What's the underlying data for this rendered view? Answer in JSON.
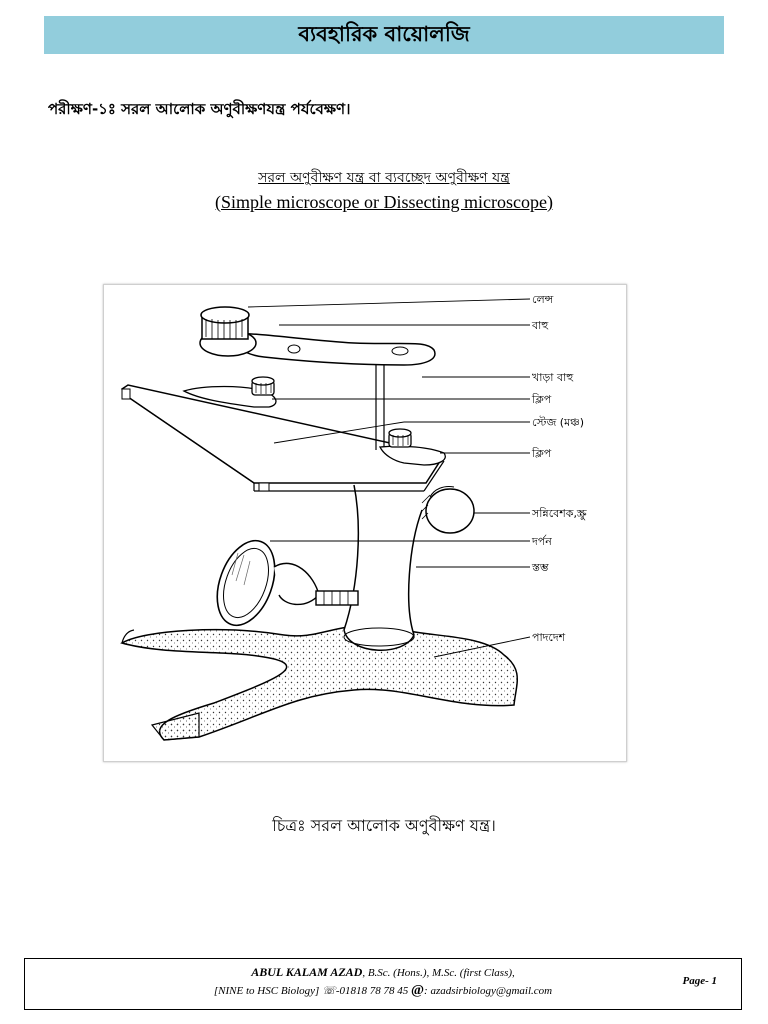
{
  "header": {
    "title": "ব্যবহারিক বায়োলজি"
  },
  "experiment": {
    "title": "পরীক্ষণ-১ঃ সরল আলোক অণুবীক্ষণযন্ত্র পর্যবেক্ষণ।"
  },
  "subtitle": {
    "bengali": "সরল অণুবীক্ষণ যন্ত্র বা ব্যবচ্ছেদ অণুবীক্ষণ যন্ত্র",
    "english": "(Simple microscope or Dissecting microscope)"
  },
  "figure": {
    "labels": {
      "lens": "লেন্স",
      "arm": "বাহু",
      "vertical_arm": "খাড়া বাহু",
      "clip_1": "ক্লিপ",
      "stage": "স্টেজ (মঞ্চ)",
      "clip_2": "ক্লিপ",
      "adjustment_screw": "সন্নিবেশক,স্ক্রু",
      "mirror": "দর্পন",
      "pillar": "স্তম্ভ",
      "base": "পাদদেশ"
    }
  },
  "caption": "চিত্রঃ সরল আলোক অণুবীক্ষণ যন্ত্র।",
  "footer": {
    "author": "ABUL KALAM AZAD",
    "qualifications": ", B.Sc. (Hons.), M.Sc. (first Class),",
    "course": "[NINE to HSC Biology]",
    "phone_icon": "phone-icon",
    "phone": "-01818 78 78 45",
    "email_symbol": "@",
    "email": ": azadsirbiology@gmail.com",
    "page": "Page- 1"
  }
}
